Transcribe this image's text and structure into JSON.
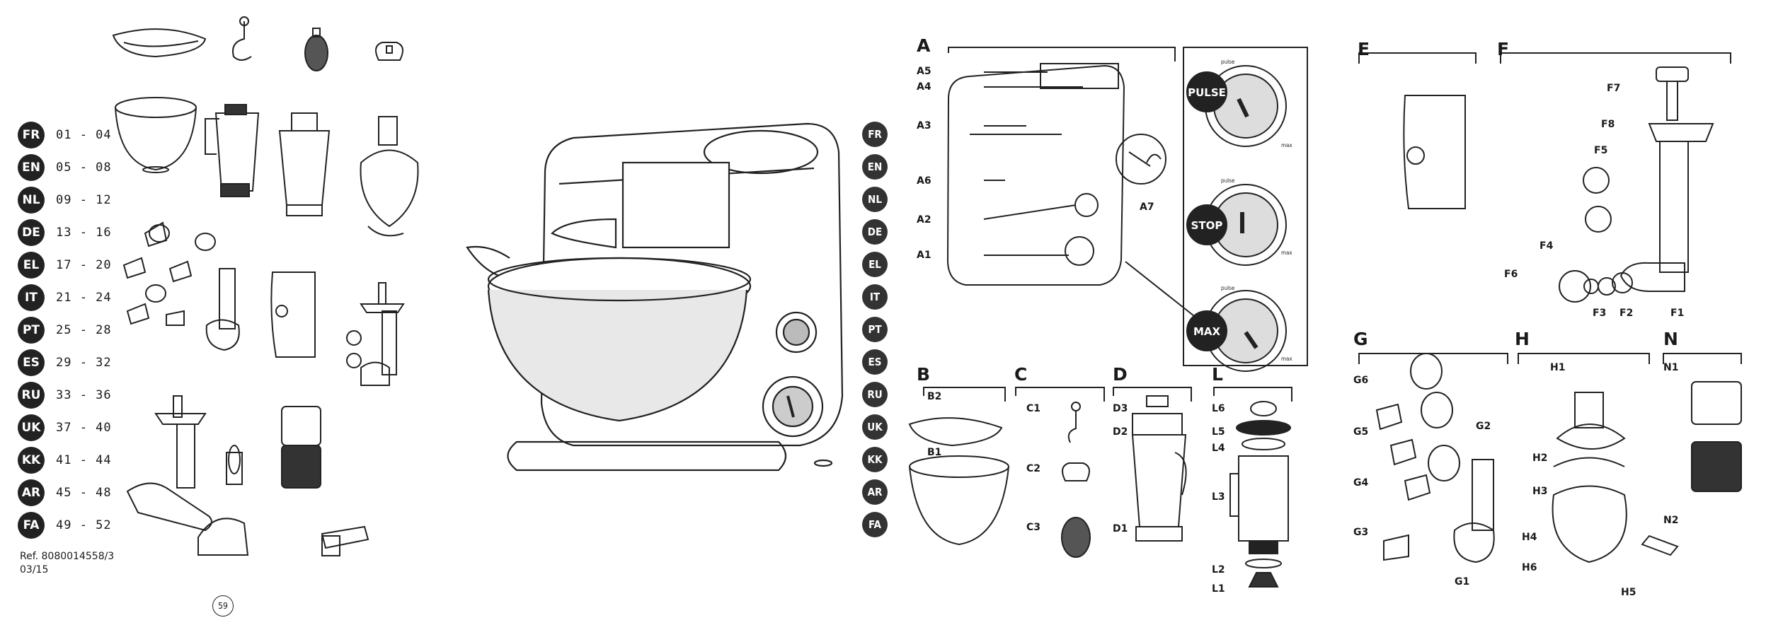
{
  "languages": [
    {
      "code": "FR",
      "pages": "01 - 04"
    },
    {
      "code": "EN",
      "pages": "05 - 08"
    },
    {
      "code": "NL",
      "pages": "09 - 12"
    },
    {
      "code": "DE",
      "pages": "13 - 16"
    },
    {
      "code": "EL",
      "pages": "17 - 20"
    },
    {
      "code": "IT",
      "pages": "21 - 24"
    },
    {
      "code": "PT",
      "pages": "25 - 28"
    },
    {
      "code": "ES",
      "pages": "29 - 32"
    },
    {
      "code": "RU",
      "pages": "33 - 36"
    },
    {
      "code": "UK",
      "pages": "37 - 40"
    },
    {
      "code": "KK",
      "pages": "41 - 44"
    },
    {
      "code": "AR",
      "pages": "45 - 48"
    },
    {
      "code": "FA",
      "pages": "49 - 52"
    }
  ],
  "reference": {
    "line1": "Ref. 8080014558/3",
    "line2": "03/15"
  },
  "page_number": "59",
  "sections": {
    "A": "A",
    "B": "B",
    "C": "C",
    "D": "D",
    "L": "L",
    "E": "E",
    "F": "F",
    "G": "G",
    "H": "H",
    "N": "N"
  },
  "labels": {
    "A5": "A5",
    "A4": "A4",
    "A3": "A3",
    "A6": "A6",
    "A2": "A2",
    "A1": "A1",
    "A7": "A7",
    "B2": "B2",
    "B1": "B1",
    "C1": "C1",
    "C2": "C2",
    "C3": "C3",
    "D3": "D3",
    "D2": "D2",
    "D1": "D1",
    "L6": "L6",
    "L5": "L5",
    "L4": "L4",
    "L3": "L3",
    "L2": "L2",
    "L1": "L1",
    "F7": "F7",
    "F8": "F8",
    "F5": "F5",
    "F4": "F4",
    "F6": "F6",
    "F3": "F3",
    "F2": "F2",
    "F1": "F1",
    "G6": "G6",
    "G5": "G5",
    "G4": "G4",
    "G3": "G3",
    "G2": "G2",
    "G1": "G1",
    "H1": "H1",
    "H2": "H2",
    "H3": "H3",
    "H4": "H4",
    "H6": "H6",
    "H5": "H5",
    "N1": "N1",
    "N2": "N2"
  },
  "speed_panel": {
    "pulse": "PULSE",
    "stop": "STOP",
    "max": "MAX",
    "small_pulse": "pulse",
    "small_max": "max"
  }
}
